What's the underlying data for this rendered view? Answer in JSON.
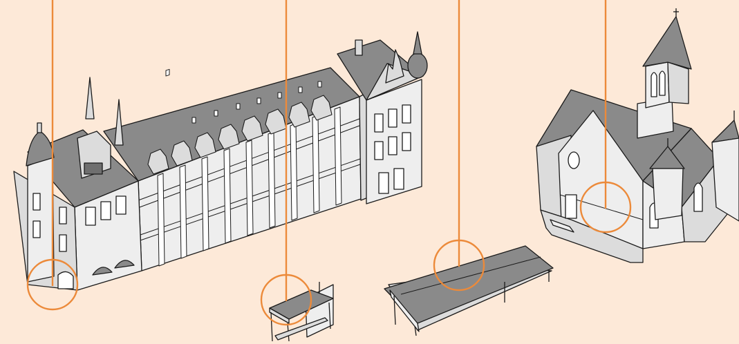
{
  "colors": {
    "background": "#fde9d8",
    "wall": "#eeeeee",
    "wall_shade": "#dcdcdc",
    "roof": "#8a8a8a",
    "roof_dark": "#6f6f6f",
    "outline": "#1a1a1a",
    "callout": "#ec8a3a"
  },
  "callouts": [
    {
      "name": "callout-large-building-entrance"
    },
    {
      "name": "callout-bus-shelter"
    },
    {
      "name": "callout-station-canopy-roof"
    },
    {
      "name": "callout-church-entrance"
    }
  ],
  "objects": [
    {
      "name": "large-gothic-building"
    },
    {
      "name": "bus-shelter"
    },
    {
      "name": "station-canopy"
    },
    {
      "name": "church"
    }
  ]
}
